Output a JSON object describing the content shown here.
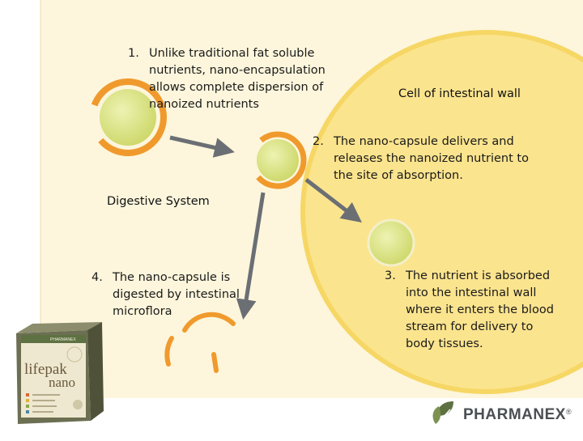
{
  "steps": [
    {
      "number": "1.",
      "text": "Unlike traditional fat soluble nutrients, nano-encapsulation allows complete dispersion of nanoized nutrients"
    },
    {
      "number": "2.",
      "text": "The nano-capsule delivers and releases the nanoized nutrient to the site of absorption."
    },
    {
      "number": "3.",
      "text": "The nutrient is absorbed into the intestinal wall where it enters the blood stream for delivery to body tissues."
    },
    {
      "number": "4.",
      "text": "The nano-capsule is digested by intestinal microflora"
    }
  ],
  "labels": {
    "cell": "Cell of intestinal wall",
    "digestive": "Digestive System"
  },
  "product": {
    "brand_top": "PHARMANEX",
    "name_line1": "lifepak",
    "name_line2": "nano"
  },
  "brand": {
    "name": "PHARMANEX",
    "registered": "®"
  },
  "colors": {
    "cell": "#fbe48e",
    "cell_border": "#f6d765",
    "page_panel": "#fdf6dc",
    "capsule_orange": "#f09a2d",
    "nutrient_green": "#d8e27e",
    "arrow": "#6b6f74"
  }
}
